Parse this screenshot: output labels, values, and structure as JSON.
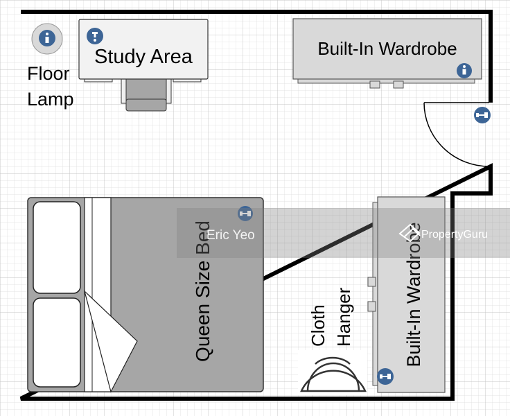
{
  "labels": {
    "floor_lamp_1": "Floor",
    "floor_lamp_2": "Lamp",
    "study_area": "Study Area",
    "wardrobe_top": "Built-In Wardrobe",
    "bed": "Queen Size Bed",
    "cloth_hanger_1": "Cloth",
    "cloth_hanger_2": "Hanger",
    "wardrobe_right": "Built-In Wardrobe"
  },
  "watermark": {
    "agent": "Eric Yeo",
    "brand": "PropertyGuru"
  },
  "icons": [
    "info-icon",
    "door-icon"
  ],
  "colors": {
    "wall": "#000000",
    "icon": "#3d6596",
    "furniture": "#d9d9d9",
    "bed": "#a6a6a6",
    "grid": "#d0d0d0"
  }
}
